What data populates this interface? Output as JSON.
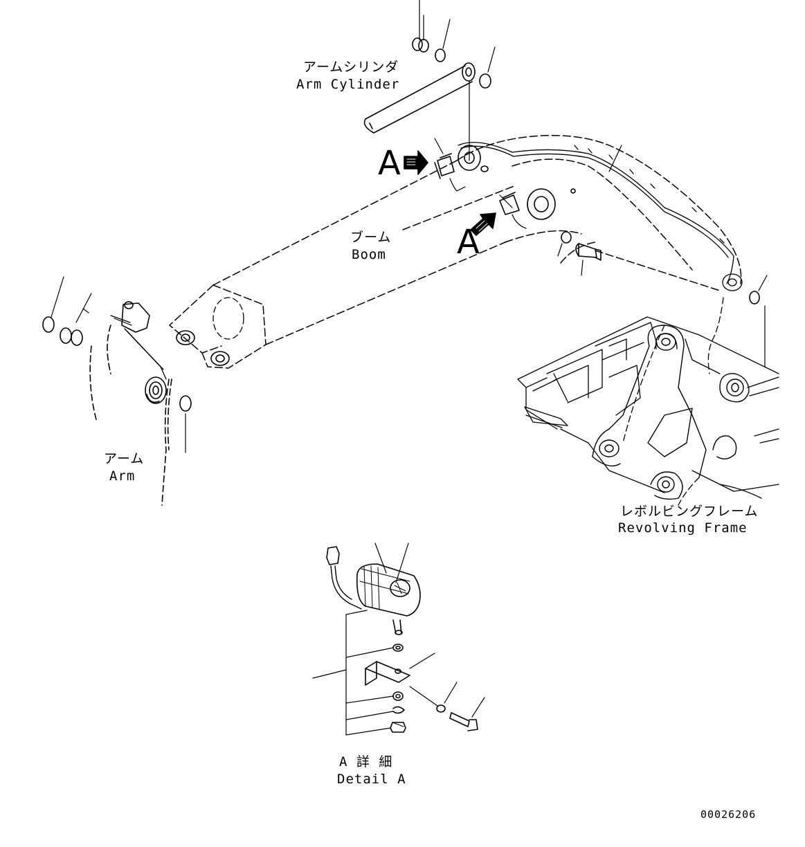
{
  "labels": {
    "arm_cylinder_jp": "アームシリンダ",
    "arm_cylinder_en": "Arm Cylinder",
    "boom_jp": "ブーム",
    "boom_en": "Boom",
    "arm_jp": "アーム",
    "arm_en": "Arm",
    "revolving_frame_jp": "レボルビングフレーム",
    "revolving_frame_en": "Revolving Frame",
    "detail_a_jp": "A 詳 細",
    "detail_a_en": "Detail A"
  },
  "view_markers": [
    "A",
    "A"
  ],
  "drawing_number": "00026206",
  "colors": {
    "line": "#000000",
    "background": "#ffffff"
  }
}
